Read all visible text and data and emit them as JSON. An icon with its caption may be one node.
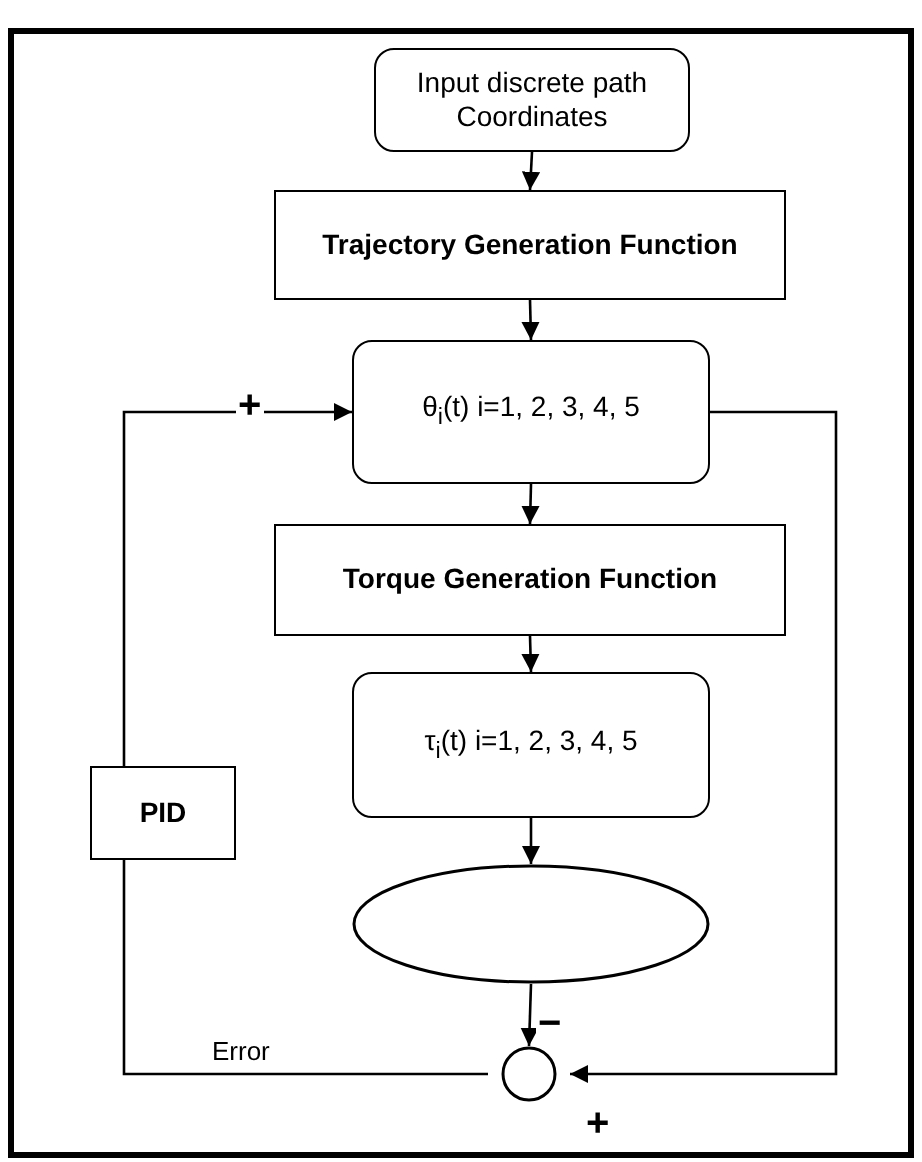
{
  "diagram": {
    "nodes": [
      {
        "text": [
          "Input discrete path Coordinates"
        ]
      },
      {
        "text": [
          "Trajectory Generation Function"
        ]
      },
      {
        "text": [
          "θ$_{i}$(t) i=1, 2, 3, 4, 5"
        ]
      },
      {
        "text": [
          "Torque Generation Function"
        ]
      },
      {
        "text": [
          "τ$_{i}$(t) i=1, 2, 3, 4, 5"
        ]
      },
      {
        "text": [],
        "shape": "ellipse"
      },
      {
        "text": [],
        "shape": "circle"
      },
      {
        "text": [
          "PID"
        ]
      }
    ],
    "edges": [
      {
        "from": 0,
        "to": 1,
        "arrow": "to"
      },
      {
        "from": 1,
        "to": 2,
        "arrow": "to"
      },
      {
        "from": 2,
        "to": 3,
        "arrow": "to"
      },
      {
        "from": 3,
        "to": 4,
        "arrow": "to"
      },
      {
        "from": 4,
        "to": 5,
        "arrow": "to"
      },
      {
        "from": 5,
        "to": 6,
        "arrow": "to",
        "label": "−"
      },
      {
        "from": 2,
        "to": 6,
        "arrow": "to",
        "label": "+"
      },
      {
        "from": 6,
        "to": 7,
        "arrow": "none",
        "label": "Error"
      },
      {
        "from": 7,
        "to": 2,
        "arrow": "to",
        "label": "+"
      }
    ]
  }
}
